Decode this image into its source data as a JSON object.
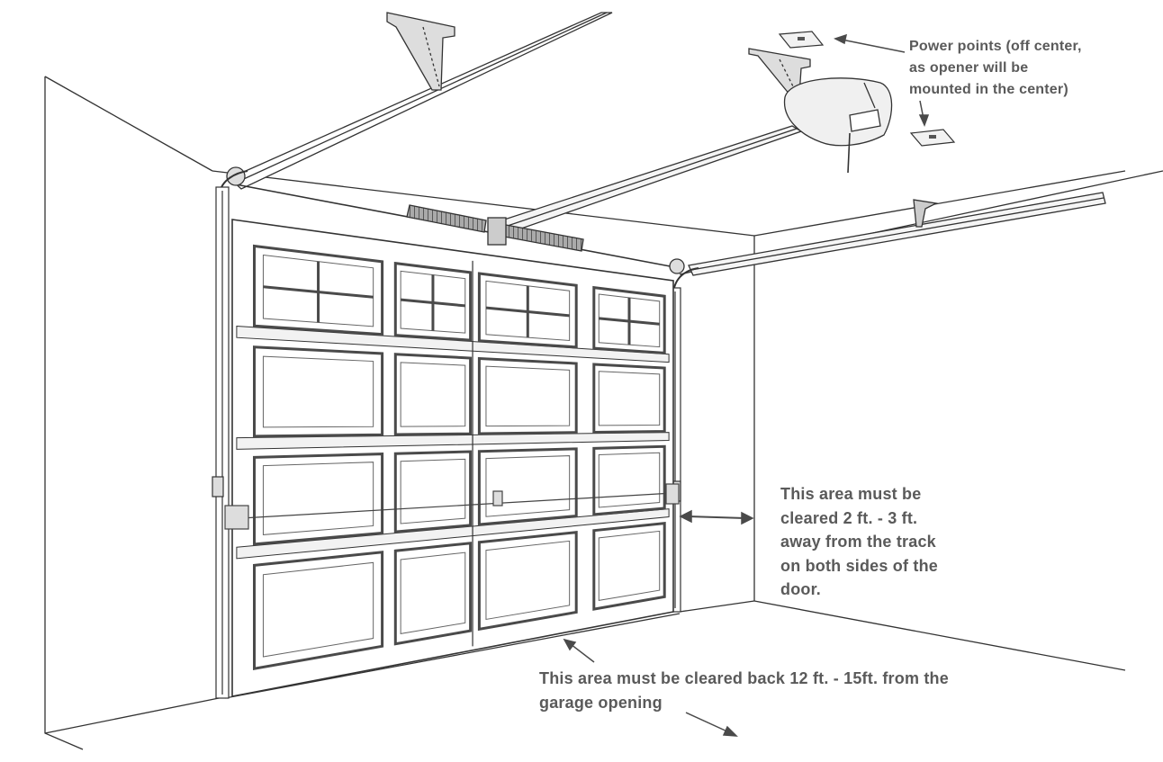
{
  "annotations": {
    "power_points": {
      "lines": [
        "Power points (off center,",
        "as opener will be",
        "mounted in the center)"
      ]
    },
    "side_clearance": {
      "lines": [
        "This area must be",
        "cleared 2 ft. - 3 ft.",
        "away from the track",
        "on both sides of the",
        "door."
      ]
    },
    "back_clearance": {
      "lines": [
        "This area must be cleared back 12 ft. - 15ft. from the",
        "garage opening"
      ]
    }
  },
  "colors": {
    "line": "#333333",
    "text": "#5a5a5a",
    "panel_outer": "#4a4a4a",
    "background": "#ffffff"
  }
}
